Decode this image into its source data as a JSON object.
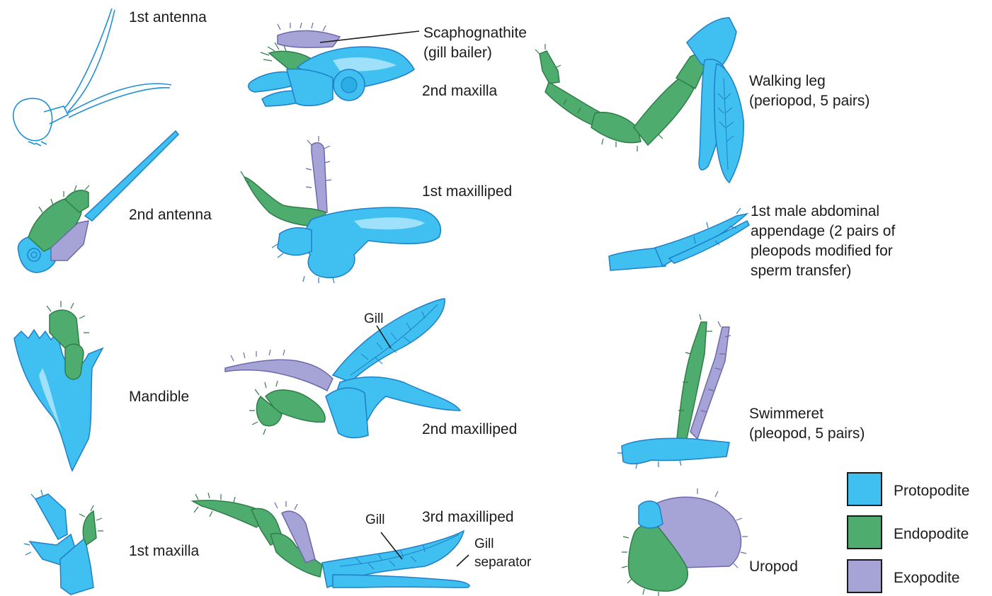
{
  "colors": {
    "protopodite": "#3fc0f0",
    "endopodite": "#4eac6e",
    "exopodite": "#a6a3d6",
    "outline": "#1f7fc8",
    "highlight": "#9fe0fa"
  },
  "labels": {
    "antenna1": "1st antenna",
    "scaphognathite": "Scaphognathite",
    "gill_bailer": "(gill bailer)",
    "maxilla2": "2nd maxilla",
    "walking_leg": "Walking leg",
    "walking_leg_note": "(periopod, 5 pairs)",
    "antenna2": "2nd antenna",
    "maxilliped1": "1st maxilliped",
    "male_appendage_1": "1st male abdominal",
    "male_appendage_2": "appendage (2 pairs of",
    "male_appendage_3": "pleopods modified for",
    "male_appendage_4": "sperm transfer)",
    "gill_top": "Gill",
    "mandible": "Mandible",
    "maxilliped2": "2nd maxilliped",
    "swimmeret": "Swimmeret",
    "swimmeret_note": "(pleopod, 5 pairs)",
    "gill_bottom": "Gill",
    "maxilliped3": "3rd maxilliped",
    "gill_separator_1": "Gill",
    "gill_separator_2": "separator",
    "maxilla1": "1st maxilla",
    "uropod": "Uropod"
  },
  "legend": [
    {
      "label": "Protopodite",
      "color": "#3fc0f0"
    },
    {
      "label": "Endopodite",
      "color": "#4eac6e"
    },
    {
      "label": "Exopodite",
      "color": "#a6a3d6"
    }
  ]
}
